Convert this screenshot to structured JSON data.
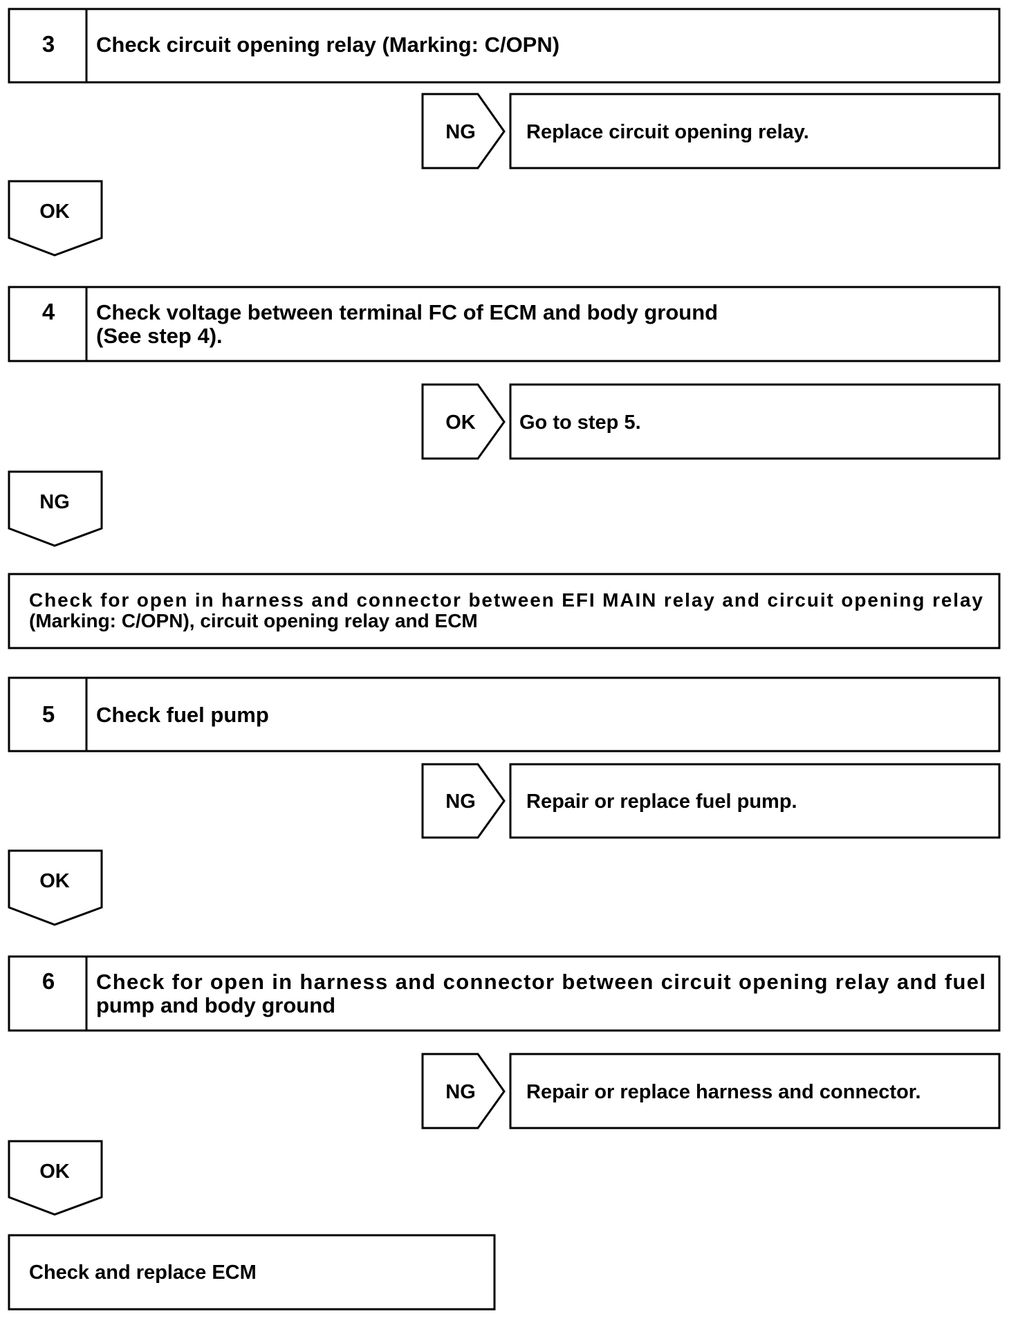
{
  "steps": [
    {
      "number": "3",
      "title_lines": [
        "Check circuit opening relay (Marking: C/OPN)"
      ]
    },
    {
      "number": "4",
      "title_lines": [
        "Check voltage between terminal FC of ECM and body ground",
        "(See step 4)."
      ]
    },
    {
      "number": "5",
      "title_lines": [
        "Check fuel pump"
      ]
    },
    {
      "number": "6",
      "title_lines": [
        "Check for open in harness and connector between circuit opening relay and fuel",
        "pump and body ground"
      ]
    }
  ],
  "branches": [
    {
      "label": "NG",
      "result": "Replace circuit opening relay."
    },
    {
      "label": "OK",
      "result": "Go to step 5."
    },
    {
      "label": "NG",
      "result": "Repair or replace fuel pump."
    },
    {
      "label": "NG",
      "result": "Repair or replace harness and connector."
    }
  ],
  "flow_labels": [
    "OK",
    "NG",
    "OK",
    "OK"
  ],
  "action_boxes": [
    {
      "lines": [
        "Check for open in harness and connector between EFI MAIN relay and circuit opening relay",
        "(Marking: C/OPN), circuit opening relay and ECM"
      ]
    },
    {
      "lines": [
        "Check and replace ECM"
      ]
    }
  ]
}
